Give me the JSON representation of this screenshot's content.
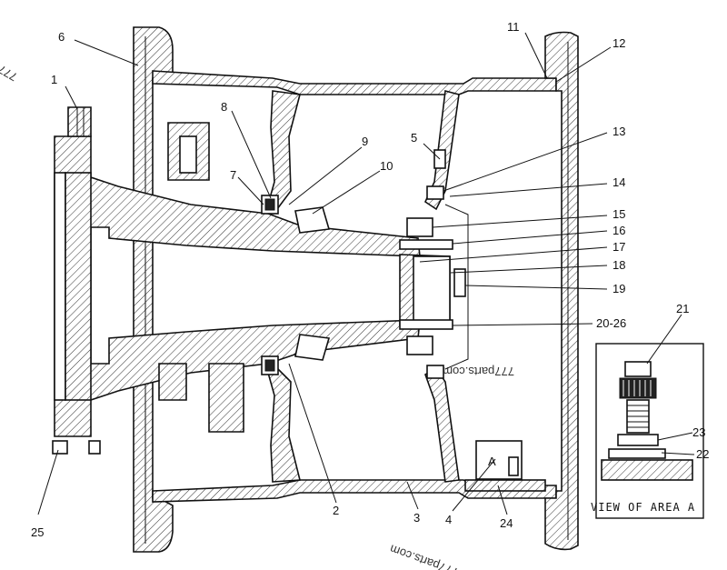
{
  "callouts": [
    {
      "id": "1",
      "text": "1"
    },
    {
      "id": "2",
      "text": "2"
    },
    {
      "id": "3",
      "text": "3"
    },
    {
      "id": "4",
      "text": "4"
    },
    {
      "id": "5",
      "text": "5"
    },
    {
      "id": "6",
      "text": "6"
    },
    {
      "id": "7",
      "text": "7"
    },
    {
      "id": "8",
      "text": "8"
    },
    {
      "id": "9",
      "text": "9"
    },
    {
      "id": "10",
      "text": "10"
    },
    {
      "id": "11",
      "text": "11"
    },
    {
      "id": "12",
      "text": "12"
    },
    {
      "id": "13",
      "text": "13"
    },
    {
      "id": "14",
      "text": "14"
    },
    {
      "id": "15",
      "text": "15"
    },
    {
      "id": "16",
      "text": "16"
    },
    {
      "id": "17",
      "text": "17"
    },
    {
      "id": "18",
      "text": "18"
    },
    {
      "id": "19",
      "text": "19"
    },
    {
      "id": "20_26",
      "text": "20-26"
    },
    {
      "id": "21",
      "text": "21"
    },
    {
      "id": "22",
      "text": "22"
    },
    {
      "id": "23",
      "text": "23"
    },
    {
      "id": "24",
      "text": "24"
    },
    {
      "id": "25",
      "text": "25"
    }
  ],
  "area_marker": "A",
  "detail_caption": "VIEW OF AREA A",
  "watermarks": {
    "center": "777parts.com",
    "bottom": "777parts.com",
    "top_left": "777"
  }
}
